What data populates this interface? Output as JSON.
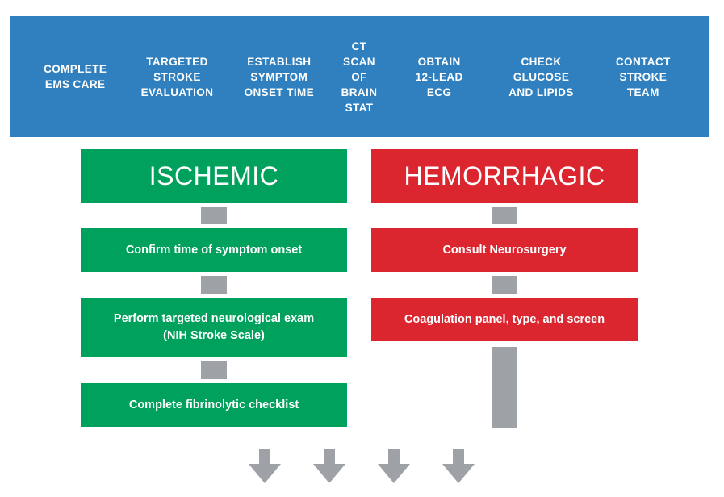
{
  "header": {
    "background_color": "#3080bf",
    "steps": [
      {
        "label": "COMPLETE\nEMS CARE",
        "narrow": false
      },
      {
        "label": "TARGETED\nSTROKE\nEVALUATION",
        "narrow": false
      },
      {
        "label": "ESTABLISH\nSYMPTOM\nONSET TIME",
        "narrow": false
      },
      {
        "label": "CT\nSCAN\nOF\nBRAIN\nSTAT",
        "narrow": true
      },
      {
        "label": "OBTAIN\n12-LEAD\nECG",
        "narrow": false
      },
      {
        "label": "CHECK\nGLUCOSE\nAND LIPIDS",
        "narrow": false
      },
      {
        "label": "CONTACT\nSTROKE\nTEAM",
        "narrow": false
      }
    ]
  },
  "branches": {
    "ischemic": {
      "title": "ISCHEMIC",
      "color": "#00a15c",
      "steps": [
        "Confirm time of symptom onset",
        "Perform targeted neurological exam\n(NIH Stroke Scale)",
        "Complete fibrinolytic checklist"
      ]
    },
    "hemorrhagic": {
      "title": "HEMORRHAGIC",
      "color": "#db2630",
      "steps": [
        "Consult Neurosurgery",
        "Coagulation panel, type, and screen"
      ]
    }
  },
  "connector": {
    "color": "#9ea1a6"
  },
  "arrows": {
    "color": "#9ea1a6",
    "count": 4,
    "direction": "down"
  }
}
